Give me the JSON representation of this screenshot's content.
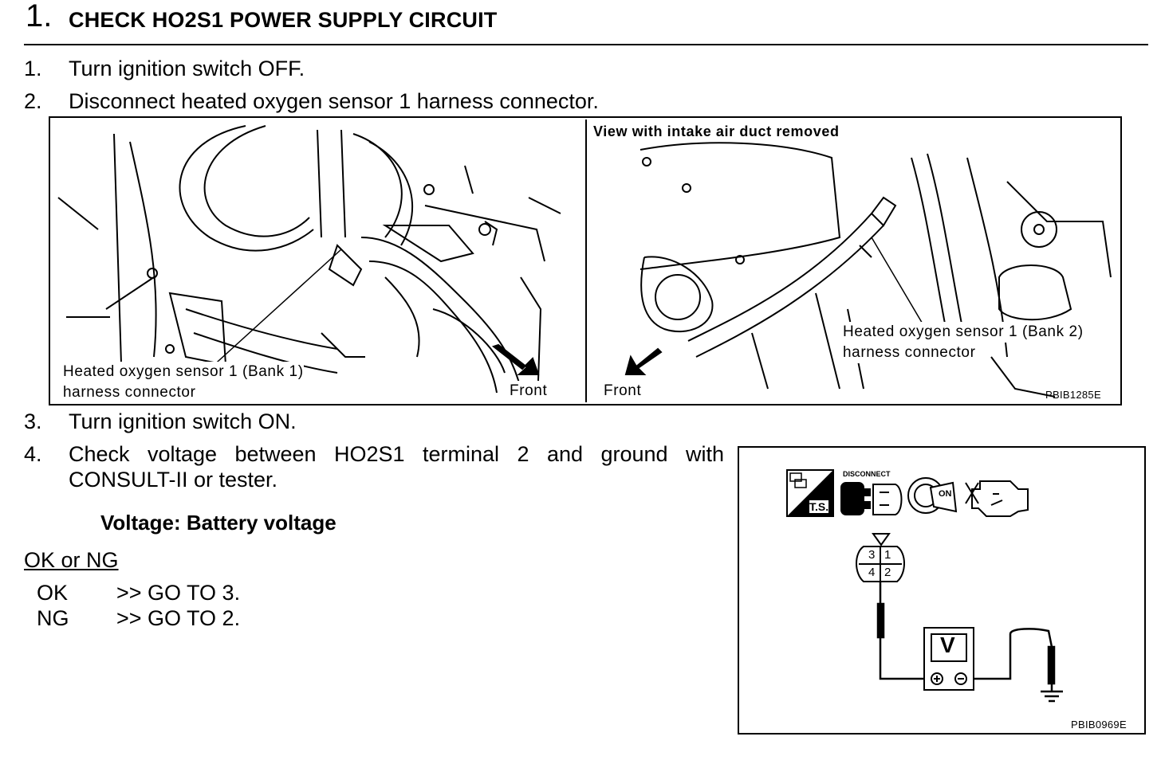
{
  "header": {
    "number": "1.",
    "title": "CHECK HO2S1 POWER SUPPLY CIRCUIT"
  },
  "steps": [
    {
      "num": "1.",
      "text": "Turn ignition switch OFF."
    },
    {
      "num": "2.",
      "text": "Disconnect heated oxygen sensor 1 harness connector."
    },
    {
      "num": "3.",
      "text": "Turn ignition switch ON."
    },
    {
      "num": "4.",
      "text_line1": "Check voltage between HO2S1 terminal 2 and ground with",
      "text_line2": "CONSULT-II or tester."
    }
  ],
  "figure1": {
    "left_label_line1": "Heated oxygen sensor 1 (Bank 1)",
    "left_label_line2": "harness connector",
    "left_front": "Front",
    "right_caption": "View with intake air duct removed",
    "right_label_line1": "Heated oxygen sensor 1 (Bank 2)",
    "right_label_line2": "harness connector",
    "right_front": "Front",
    "code": "PBIB1285E"
  },
  "spec": "Voltage: Battery voltage",
  "result": {
    "heading": "OK or NG",
    "ok_label": "OK",
    "ok_action": ">> GO TO 3.",
    "ng_label": "NG",
    "ng_action": ">> GO TO 2."
  },
  "figure2": {
    "ts_label": "T.S.",
    "disconnect_label": "DISCONNECT",
    "on_label": "ON",
    "terminals": [
      "3",
      "1",
      "4",
      "2"
    ],
    "meter_label": "V",
    "code": "PBIB0969E"
  }
}
